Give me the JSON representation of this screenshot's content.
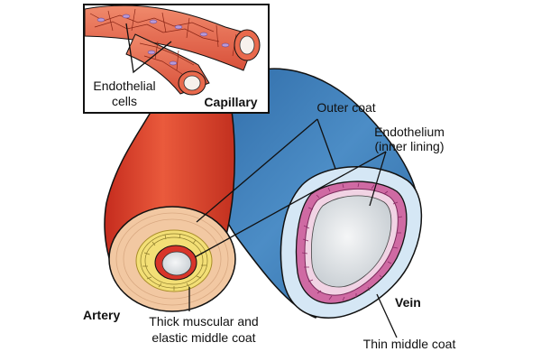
{
  "labels": {
    "endothelial_line1": "Endothelial",
    "endothelial_line2": "cells",
    "capillary": "Capillary",
    "outer_coat": "Outer coat",
    "endothelium_line1": "Endothelium",
    "endothelium_line2": "(inner lining)",
    "artery": "Artery",
    "vein": "Vein",
    "thick_line1": "Thick muscular and",
    "thick_line2": "elastic middle coat",
    "thin_middle_coat": "Thin middle coat"
  },
  "colors": {
    "artery_red": "#e2432b",
    "artery_dark": "#b8261a",
    "artery_wall": "#f2c9a0",
    "artery_muscle": "#f3e27a",
    "vein_blue": "#3f7fb8",
    "vein_light": "#d4e6f4",
    "vein_pink": "#c85a98",
    "lumen": "#e3e6e8",
    "outline": "#111111"
  }
}
